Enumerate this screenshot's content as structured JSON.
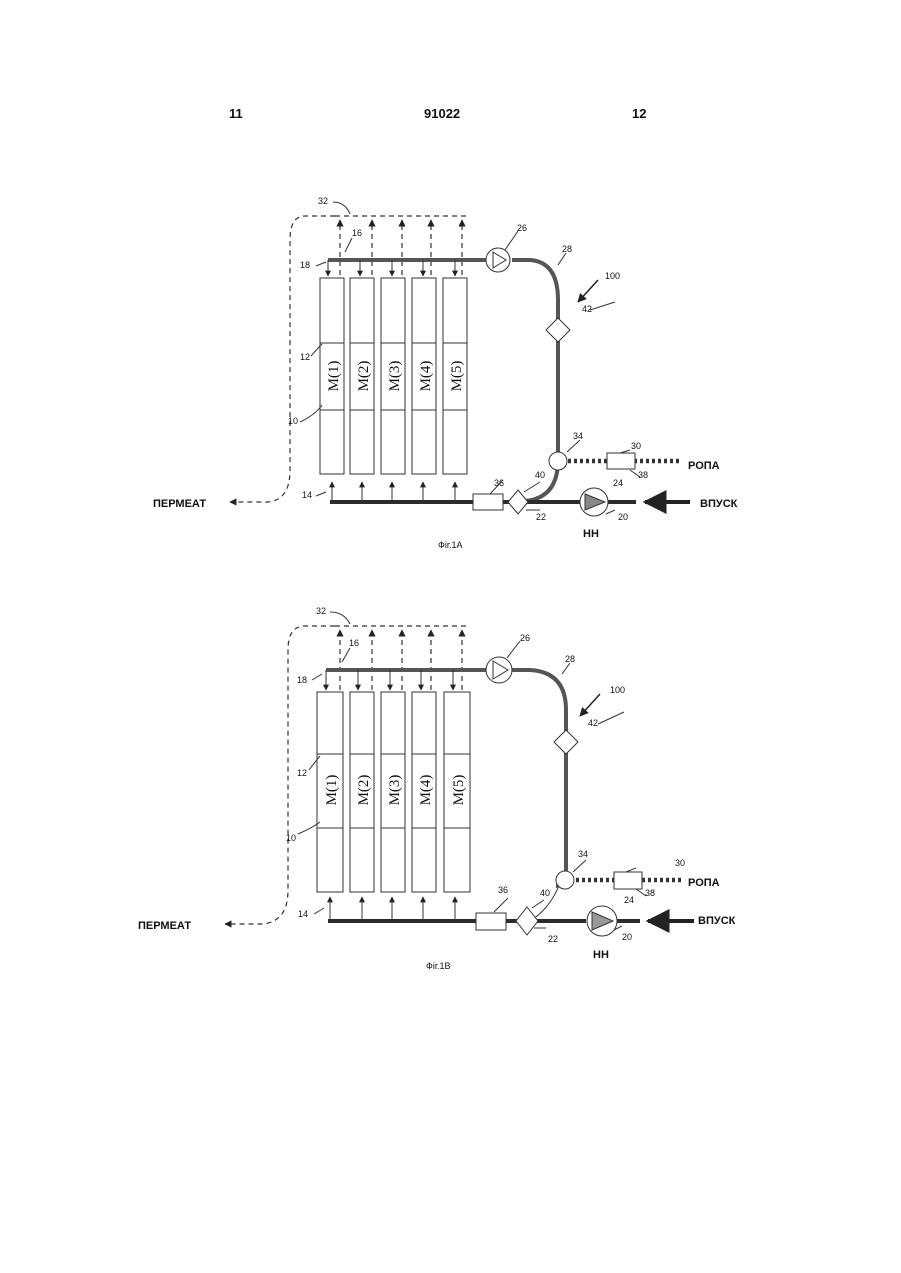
{
  "header": {
    "left_page": "11",
    "doc_number": "91022",
    "right_page": "12"
  },
  "figures": [
    {
      "caption": "Фіг.1А",
      "pump_type": "HH",
      "labels": {
        "permeate": "ПЕРМЕАТ",
        "inlet": "ВПУСК",
        "ropa": "РОПА",
        "n10": "10",
        "n12": "12",
        "n14": "14",
        "n16": "16",
        "n18": "18",
        "n20": "20",
        "n22": "22",
        "n24": "24",
        "n26": "26",
        "n28": "28",
        "n30": "30",
        "n32": "32",
        "n34": "34",
        "n36": "36",
        "n38": "38",
        "n40": "40",
        "n42": "42",
        "n100": "100"
      },
      "modules": [
        "M(1)",
        "M(2)",
        "M(3)",
        "M(4)",
        "M(5)"
      ]
    },
    {
      "caption": "Фіг.1В",
      "pump_type": "HH",
      "labels": {
        "permeate": "ПЕРМЕАТ",
        "inlet": "ВПУСК",
        "ropa": "РОПА",
        "n10": "10",
        "n12": "12",
        "n14": "14",
        "n16": "16",
        "n18": "18",
        "n20": "20",
        "n22": "22",
        "n24": "24",
        "n26": "26",
        "n28": "28",
        "n30": "30",
        "n32": "32",
        "n34": "34",
        "n36": "36",
        "n38": "38",
        "n40": "40",
        "n42": "42",
        "n100": "100"
      },
      "modules": [
        "M(1)",
        "M(2)",
        "M(3)",
        "M(4)",
        "M(5)"
      ]
    }
  ]
}
